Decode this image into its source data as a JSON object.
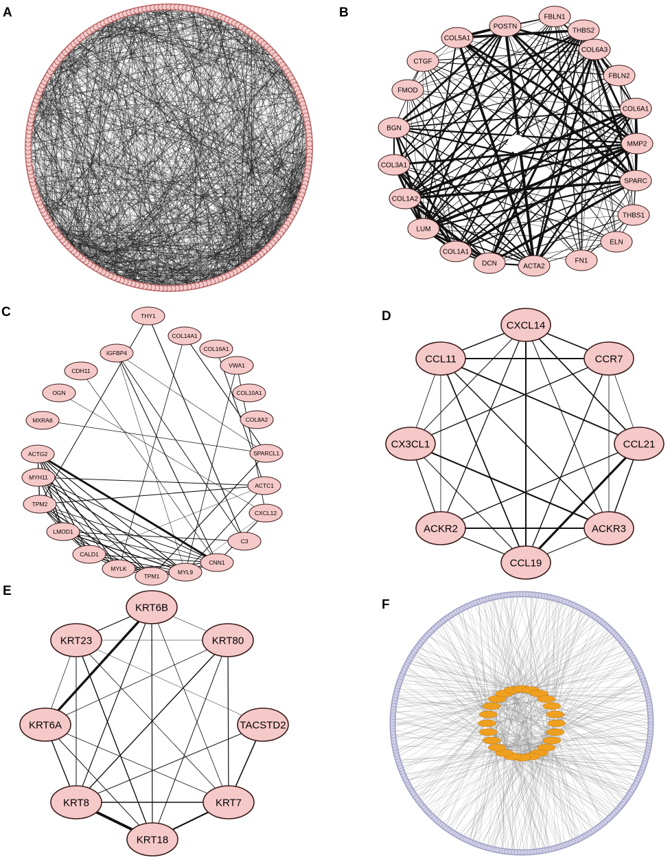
{
  "panels": [
    {
      "label": "A",
      "nodes": []
    },
    {
      "label": "B",
      "nodes": [
        "POSTN",
        "FBLN1",
        "THBS2",
        "COL6A3",
        "FBLN2",
        "COL6A1",
        "MMP2",
        "SPARC",
        "THBS1",
        "ELN",
        "FN1",
        "ACTA2",
        "DCN",
        "COL1A1",
        "LUM",
        "COL1A2",
        "COL3A1",
        "BGN",
        "FMOD",
        "CTGF",
        "COL5A1"
      ]
    },
    {
      "label": "C",
      "nodes": [
        "THY1",
        "COL14A1",
        "COL16A1",
        "VWA1",
        "COL10A1",
        "COL8A2",
        "SPARCL1",
        "ACTC1",
        "CXCL12",
        "C3",
        "CNN1",
        "MYL9",
        "TPM1",
        "MYLK",
        "CALD1",
        "LMOD1",
        "TPM2",
        "MYH11",
        "ACTG2",
        "MXRA8",
        "OGN",
        "CDH11",
        "IGFBP4"
      ]
    },
    {
      "label": "D",
      "nodes": [
        "CXCL14",
        "CCR7",
        "CCL21",
        "ACKR3",
        "CCL19",
        "ACKR2",
        "CX3CL1",
        "CCL11"
      ]
    },
    {
      "label": "E",
      "nodes": [
        "KRT6B",
        "KRT80",
        "TACSTD2",
        "KRT7",
        "KRT18",
        "KRT8",
        "KRT6A",
        "KRT23"
      ]
    },
    {
      "label": "F",
      "nodes": []
    }
  ],
  "colors": {
    "node_fill": "#f6c9c9",
    "node_stroke": "#3a1a1a",
    "ring_a": "#c97878",
    "ring_f": "#a9a8cc",
    "hub_f": "#f0a020"
  }
}
